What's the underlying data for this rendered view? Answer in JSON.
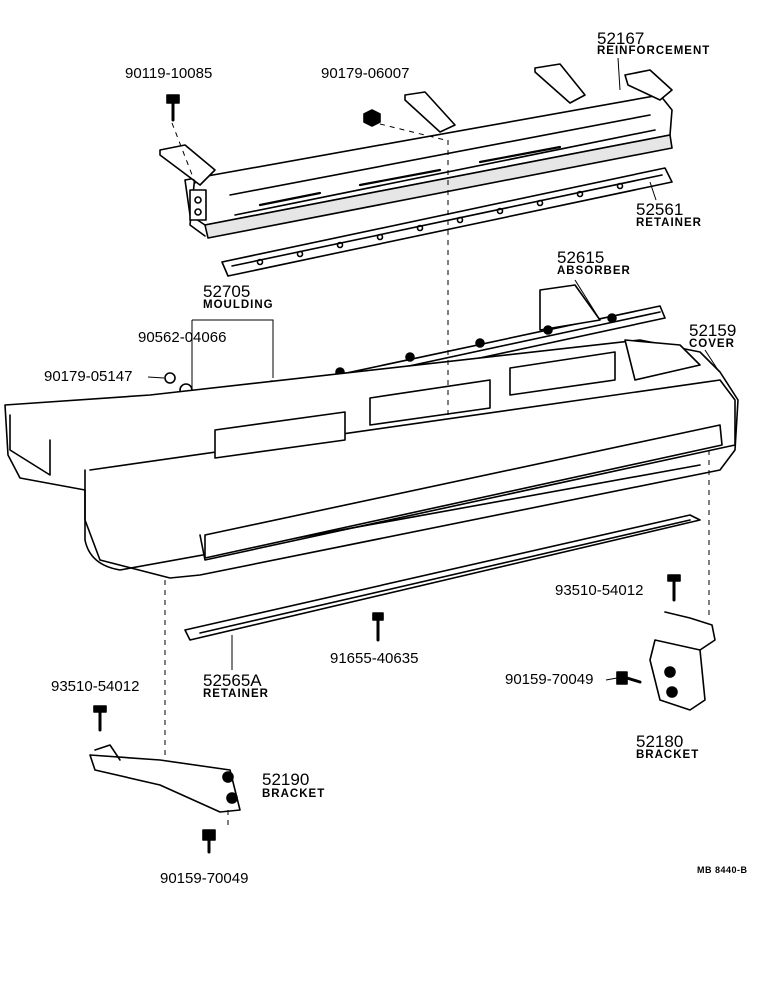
{
  "labels": {
    "reinforcement": {
      "part": "52167",
      "name": "REINFORCEMENT"
    },
    "bolt_top": {
      "part": "90119-10085"
    },
    "nut_top": {
      "part": "90179-06007"
    },
    "retainer_upper": {
      "part": "52561",
      "name": "RETAINER"
    },
    "absorber": {
      "part": "52615",
      "name": "ABSORBER"
    },
    "moulding": {
      "part": "52705",
      "name": "MOULDING"
    },
    "clip": {
      "part": "90562-04066"
    },
    "nut_left": {
      "part": "90179-05147"
    },
    "cover": {
      "part": "52159",
      "name": "COVER"
    },
    "screw_right": {
      "part": "93510-54012"
    },
    "retainer_lower": {
      "part": "52565A",
      "name": "RETAINER"
    },
    "screw_center": {
      "part": "91655-40635"
    },
    "bolt_right": {
      "part": "90159-70049"
    },
    "screw_left": {
      "part": "93510-54012"
    },
    "bracket_right": {
      "part": "52180",
      "name": "BRACKET"
    },
    "bracket_left": {
      "part": "52190",
      "name": "BRACKET"
    },
    "bolt_left": {
      "part": "90159-70049"
    },
    "figure_code": "MB  8440-B"
  },
  "colors": {
    "line": "#000000",
    "fill": "#ffffff",
    "shade": "#e6e6e6"
  }
}
